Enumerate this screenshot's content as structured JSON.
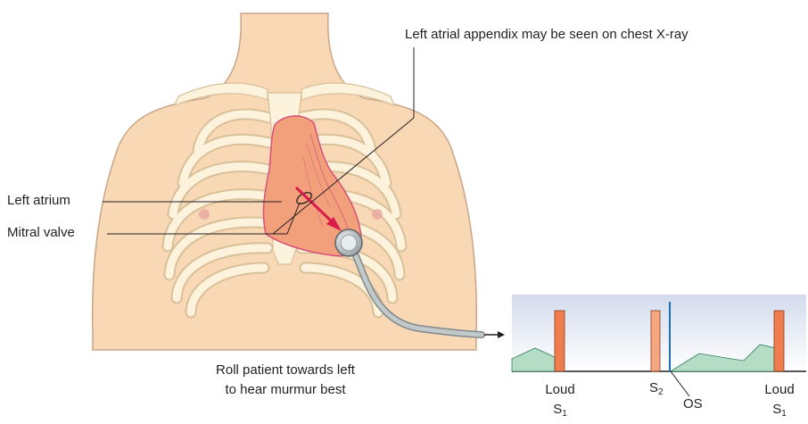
{
  "labels": {
    "appendix": "Left atrial appendix may be seen on chest X-ray",
    "left_atrium": "Left atrium",
    "mitral_valve": "Mitral valve",
    "roll_line1": "Roll patient towards left",
    "roll_line2": "to hear murmur best"
  },
  "phonocardiogram": {
    "s1_left_top": "Loud",
    "s1_left_bottom": "S",
    "s1_sub": "1",
    "s2": "S",
    "s2_sub": "2",
    "os": "OS",
    "s1_right_top": "Loud",
    "s1_right_bottom": "S"
  },
  "colors": {
    "skin": "#f8d8b5",
    "skin_outline": "#c9a585",
    "bone": "#fdf2dc",
    "bone_outline": "#d7bf98",
    "heart": "#f2a07c",
    "heart_outline": "#d6507a",
    "arrow": "#d81b4b",
    "tube": "#9aa3a6",
    "murmur_fill": "#b5dcc4",
    "sound_bar": "#f07d4d",
    "os_line": "#1d6fb3",
    "graph_bg_top": "#d3dbec"
  }
}
